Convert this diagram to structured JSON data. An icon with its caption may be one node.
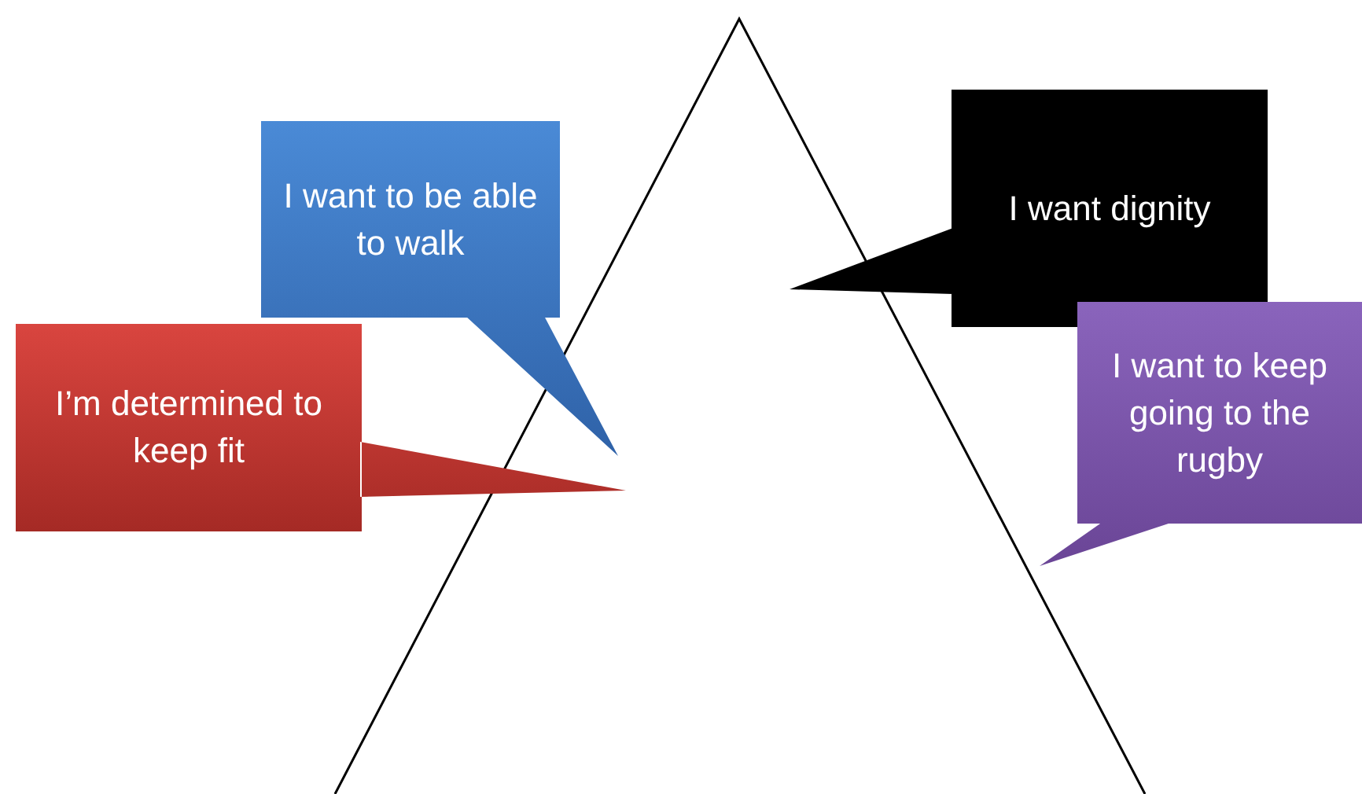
{
  "diagram": {
    "nodes": [
      {
        "text": [
          "I want to be able to walk"
        ]
      },
      {
        "text": [
          "I’m determined to keep fit"
        ]
      },
      {
        "text": [
          "I want dignity"
        ]
      },
      {
        "text": [
          "I want to keep going to the rugby"
        ]
      }
    ]
  }
}
